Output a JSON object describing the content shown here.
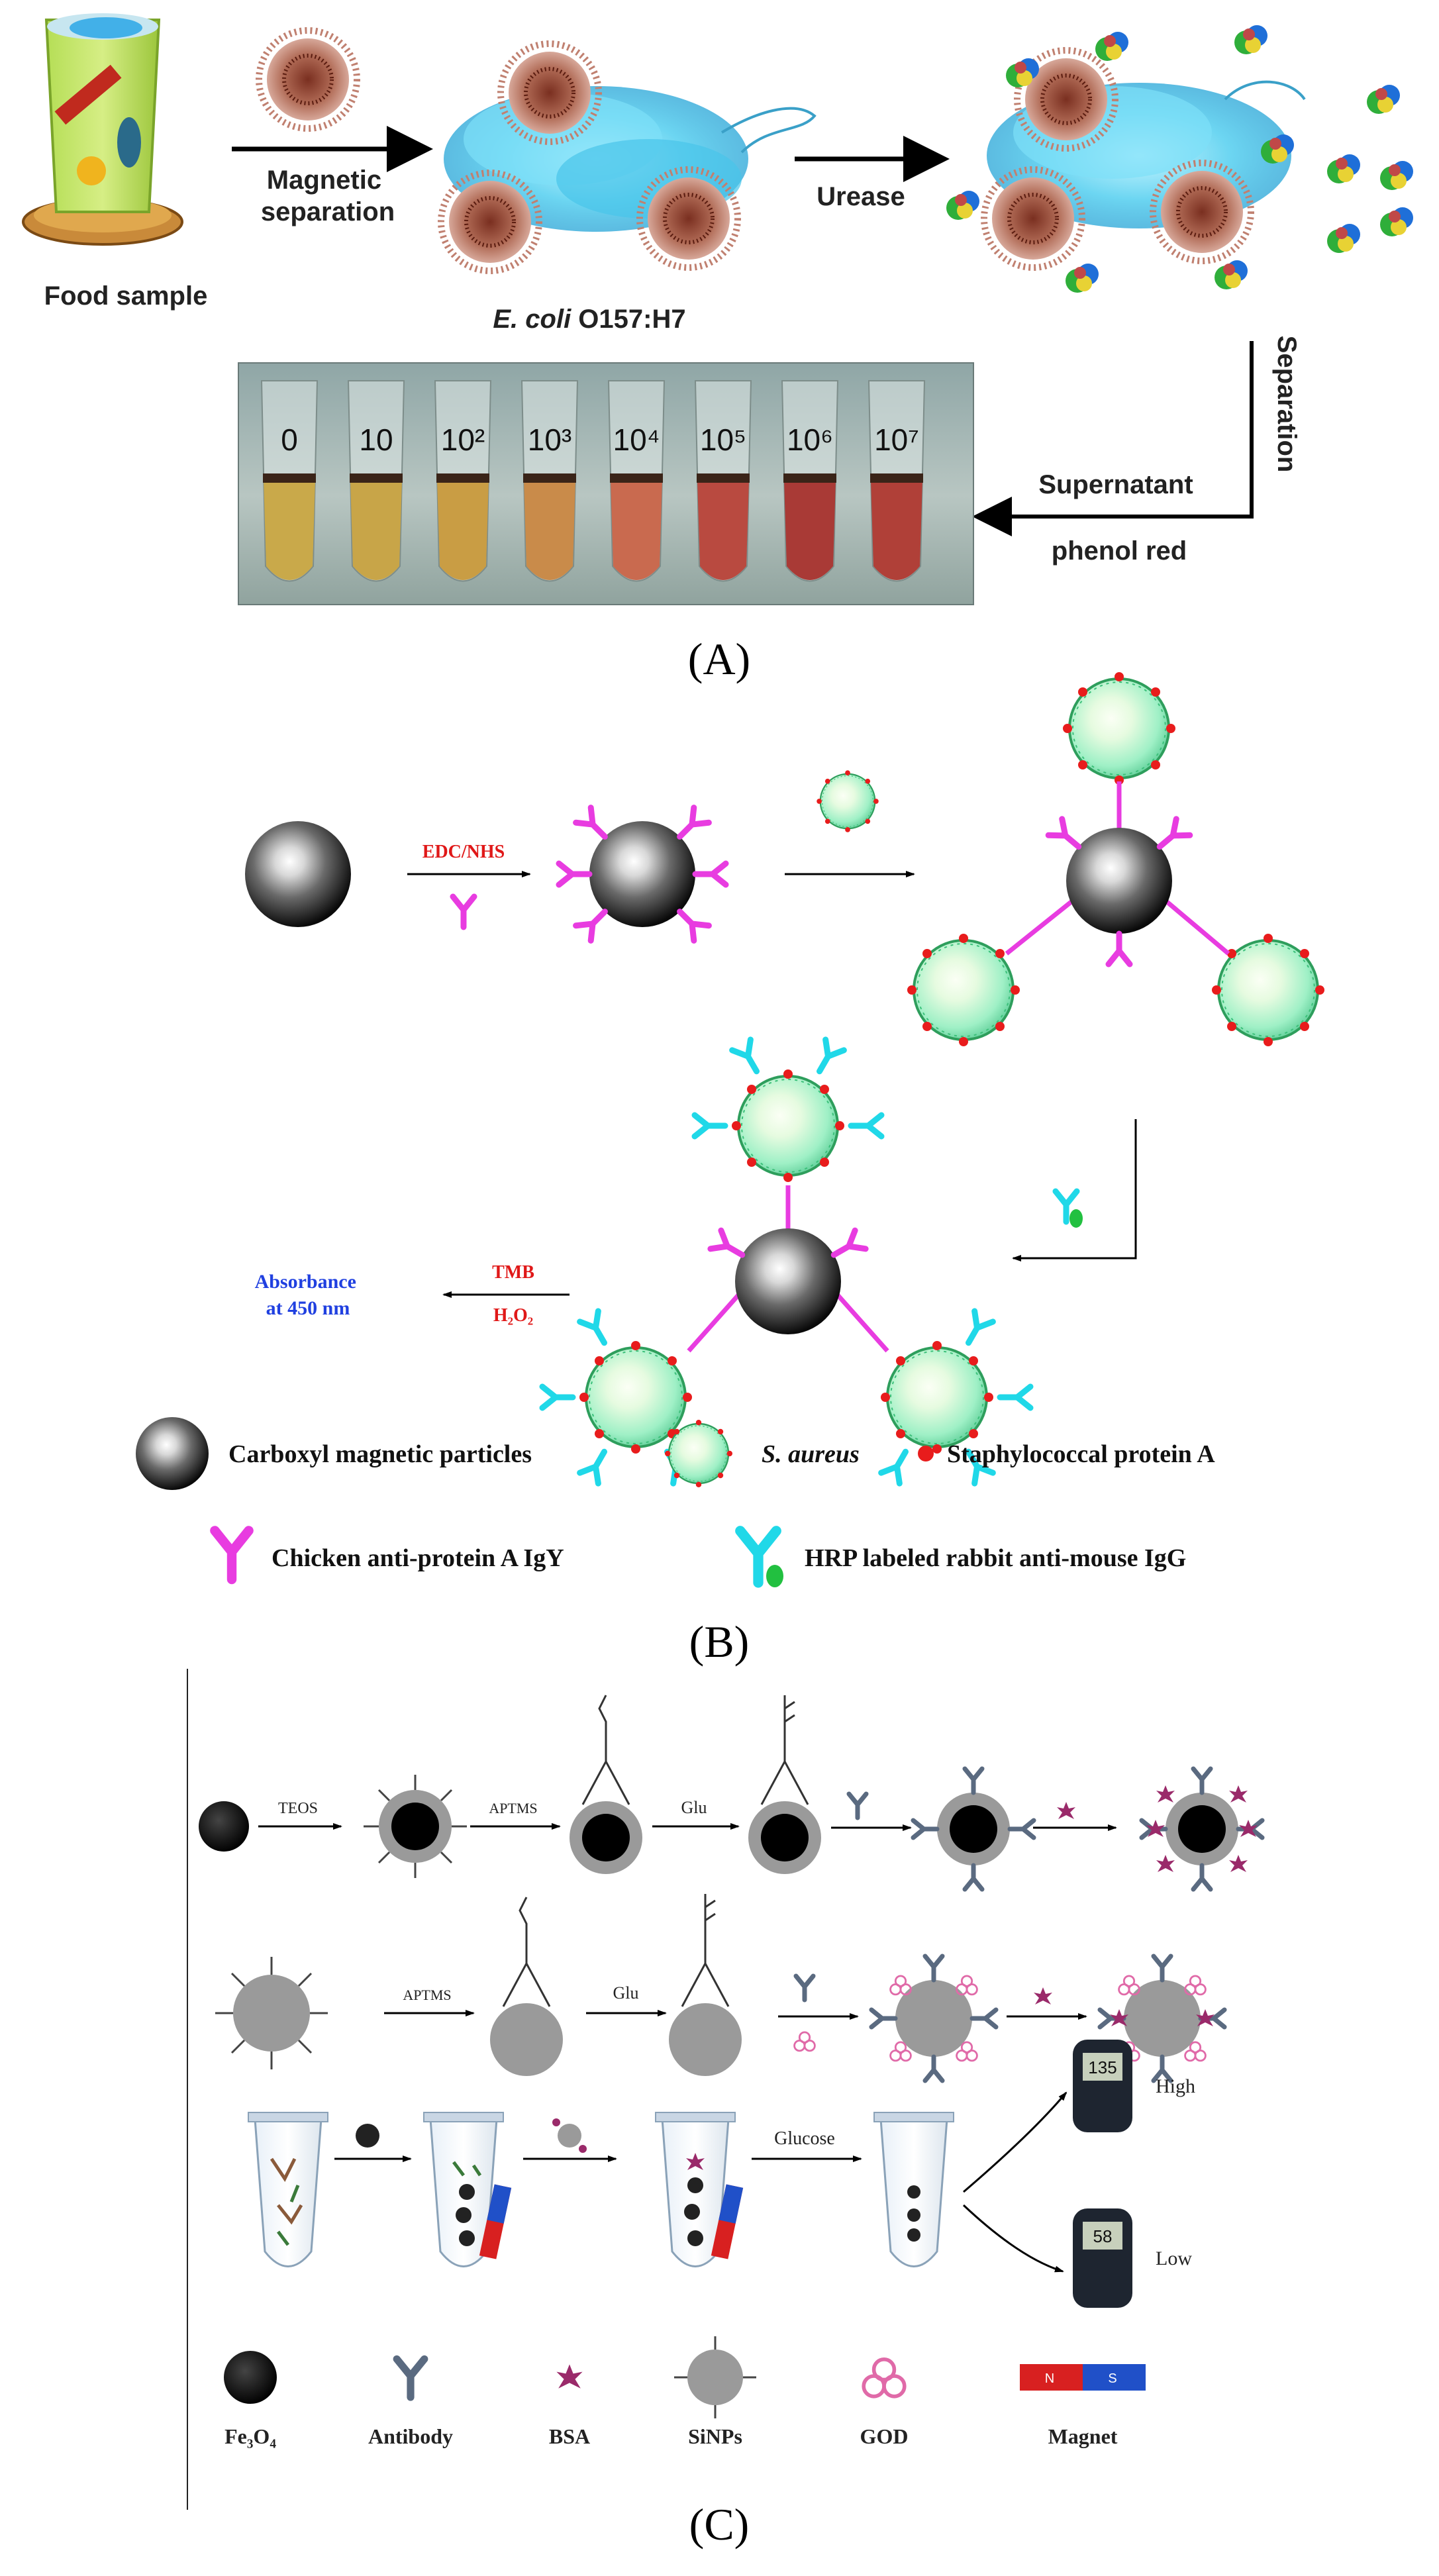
{
  "panel_a": {
    "food_sample": "Food sample",
    "magnetic_line1": "Magnetic",
    "magnetic_line2": "separation",
    "ecoli_italic": "E. coli",
    "ecoli_strain": " O157:H7",
    "urease": "Urease",
    "separation": "Separation",
    "supernatant": "Supernatant",
    "phenol_red": "phenol red",
    "tubes": [
      {
        "label": "0",
        "color": "#c9a94a"
      },
      {
        "label": "10",
        "color": "#c8a548"
      },
      {
        "label": "10²",
        "color": "#c99d44"
      },
      {
        "label": "10³",
        "color": "#c98b4a"
      },
      {
        "label": "10⁴",
        "color": "#c96a4f"
      },
      {
        "label": "10⁵",
        "color": "#b94a40"
      },
      {
        "label": "10⁶",
        "color": "#a93a36"
      },
      {
        "label": "10⁷",
        "color": "#b04038"
      }
    ],
    "caption": "(A)"
  },
  "panel_b": {
    "edc_nhs": "EDC/NHS",
    "tmb": "TMB",
    "h2o2": "H₂O₂",
    "absorbance_line1": "Absorbance",
    "absorbance_line2": "at 450 nm",
    "legend": {
      "carboxyl": "Carboxyl magnetic particles",
      "saureus": "S. aureus",
      "protein_a": "Staphylococcal protein A",
      "chicken_igy": "Chicken anti-protein A IgY",
      "hrp_igg": "HRP labeled rabbit anti-mouse IgG"
    },
    "caption": "(B)"
  },
  "panel_c": {
    "teos": "TEOS",
    "aptms_1": "APTMS",
    "glu_1": "Glu",
    "aptms_2": "APTMS",
    "glu_2": "Glu",
    "glucose": "Glucose",
    "high": "High",
    "low": "Low",
    "meter_high": "135",
    "meter_low": "58",
    "legend": {
      "fe3o4": "Fe₃O₄",
      "antibody": "Antibody",
      "bsa": "BSA",
      "sinps": "SiNPs",
      "god": "GOD",
      "magnet": "Magnet",
      "magnet_n": "N",
      "magnet_s": "S"
    },
    "caption": "(C)"
  },
  "colors": {
    "ecoli_blue": "#5ccff0",
    "bead_brown": "#8a4a3c",
    "greenbead": "#aaf0c8",
    "magenta_ab": "#e83ce0",
    "cyan_ab": "#20d8e8",
    "red_text": "#e01818",
    "blue_text": "#2040e0",
    "gray_particle": "#9a9a9a",
    "antibody_gray": "#5a6a80",
    "bsa_purple": "#9a2a6a"
  }
}
